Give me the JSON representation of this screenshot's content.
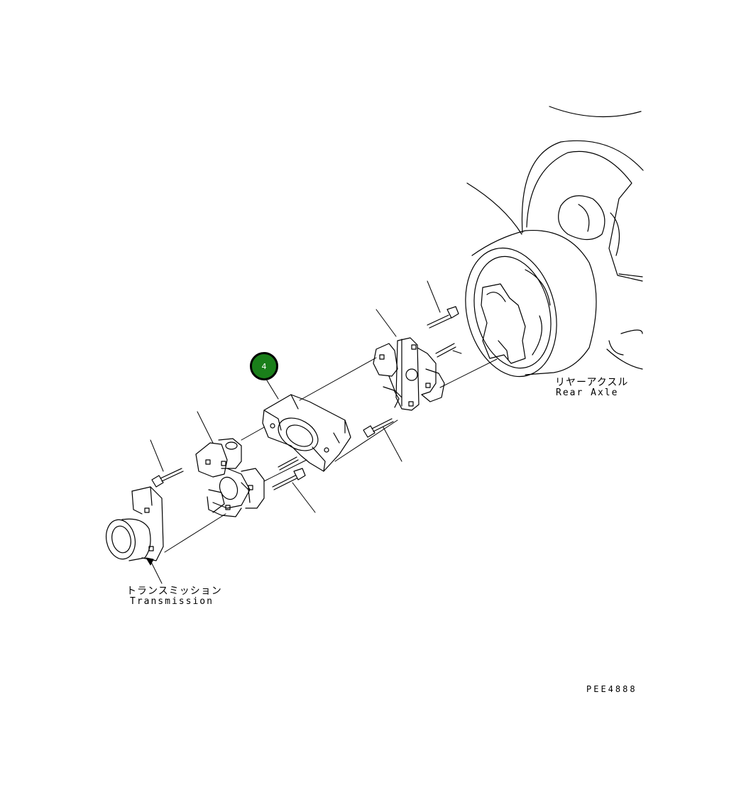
{
  "labels": {
    "rear_axle_jp": "リヤーアクスル",
    "rear_axle_en": "Rear Axle",
    "transmission_jp": "トランスミッション",
    "transmission_en": "Transmission",
    "drawing_code": "PEE4888"
  },
  "callouts": [
    {
      "number": "4",
      "color": "#1a7f1a"
    }
  ]
}
